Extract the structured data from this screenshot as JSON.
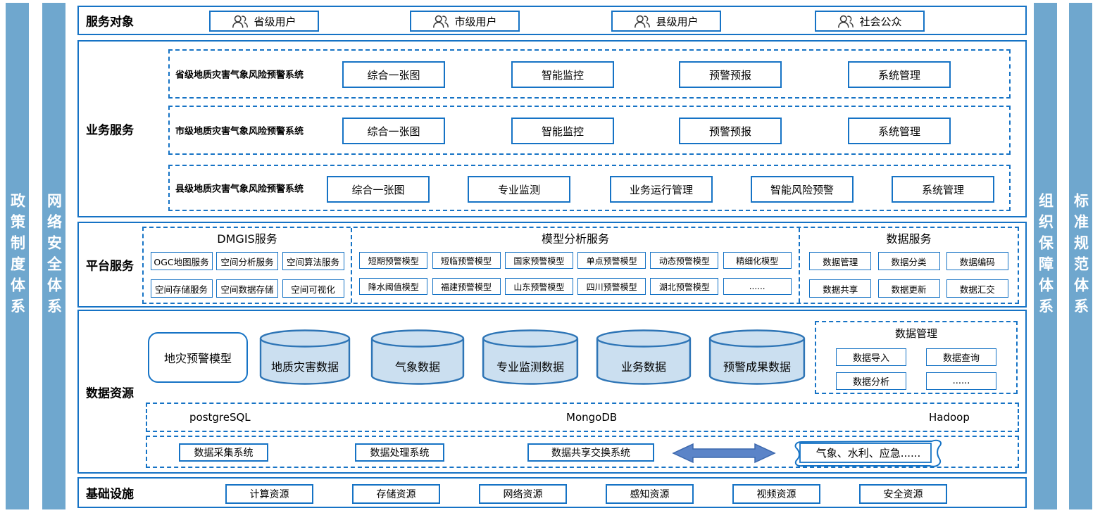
{
  "frame": {
    "left_bars": [
      {
        "label": "政策制度体系"
      },
      {
        "label": "网络安全体系"
      }
    ],
    "right_bars": [
      {
        "label": "组织保障体系"
      },
      {
        "label": "标准规范体系"
      }
    ]
  },
  "service_objects": {
    "title": "服务对象",
    "users": [
      {
        "label": "省级用户"
      },
      {
        "label": "市级用户"
      },
      {
        "label": "县级用户"
      },
      {
        "label": "社会公众"
      }
    ]
  },
  "business_services": {
    "title": "业务服务",
    "systems": [
      {
        "name": "省级地质灾害气象风险预警系统",
        "modules": [
          "综合一张图",
          "智能监控",
          "预警预报",
          "系统管理"
        ]
      },
      {
        "name": "市级地质灾害气象风险预警系统",
        "modules": [
          "综合一张图",
          "智能监控",
          "预警预报",
          "系统管理"
        ]
      },
      {
        "name": "县级地质灾害气象风险预警系统",
        "modules": [
          "综合一张图",
          "专业监测",
          "业务运行管理",
          "智能风险预警",
          "系统管理"
        ]
      }
    ]
  },
  "platform_services": {
    "title": "平台服务",
    "groups": [
      {
        "name": "DMGIS服务",
        "row1": [
          "OGC地图服务",
          "空间分析服务",
          "空间算法服务"
        ],
        "row2": [
          "空间存储服务",
          "空间数据存储",
          "空间可视化"
        ]
      },
      {
        "name": "模型分析服务",
        "row1": [
          "短期预警模型",
          "短临预警模型",
          "国家预警模型",
          "单点预警模型",
          "动态预警模型",
          "精细化模型"
        ],
        "row2": [
          "降水阈值模型",
          "福建预警模型",
          "山东预警模型",
          "四川预警模型",
          "湖北预警模型",
          "......"
        ]
      },
      {
        "name": "数据服务",
        "row1": [
          "数据管理",
          "数据分类",
          "数据编码"
        ],
        "row2": [
          "数据共享",
          "数据更新",
          "数据汇交"
        ]
      }
    ]
  },
  "data_resources": {
    "title": "数据资源",
    "model_box": "地灾预警模型",
    "cylinders": [
      "地质灾害数据",
      "气象数据",
      "专业监测数据",
      "业务数据",
      "预警成果数据"
    ],
    "data_management": {
      "title": "数据管理",
      "items": [
        "数据导入",
        "数据查询",
        "数据分析",
        "......"
      ]
    },
    "databases": [
      "postgreSQL",
      "MongoDB",
      "Hadoop"
    ],
    "systems": [
      "数据采集系统",
      "数据处理系统",
      "数据共享交换系统"
    ],
    "external": "气象、水利、应急......"
  },
  "infrastructure": {
    "title": "基础设施",
    "items": [
      "计算资源",
      "存储资源",
      "网络资源",
      "感知资源",
      "视频资源",
      "安全资源"
    ]
  },
  "colors": {
    "border_blue": "#1673C5",
    "side_bar_blue": "#6FA7CE",
    "cylinder_fill": "#CBDFF0",
    "cylinder_stroke": "#2E75B6",
    "arrow_fill": "#5B84C8"
  }
}
